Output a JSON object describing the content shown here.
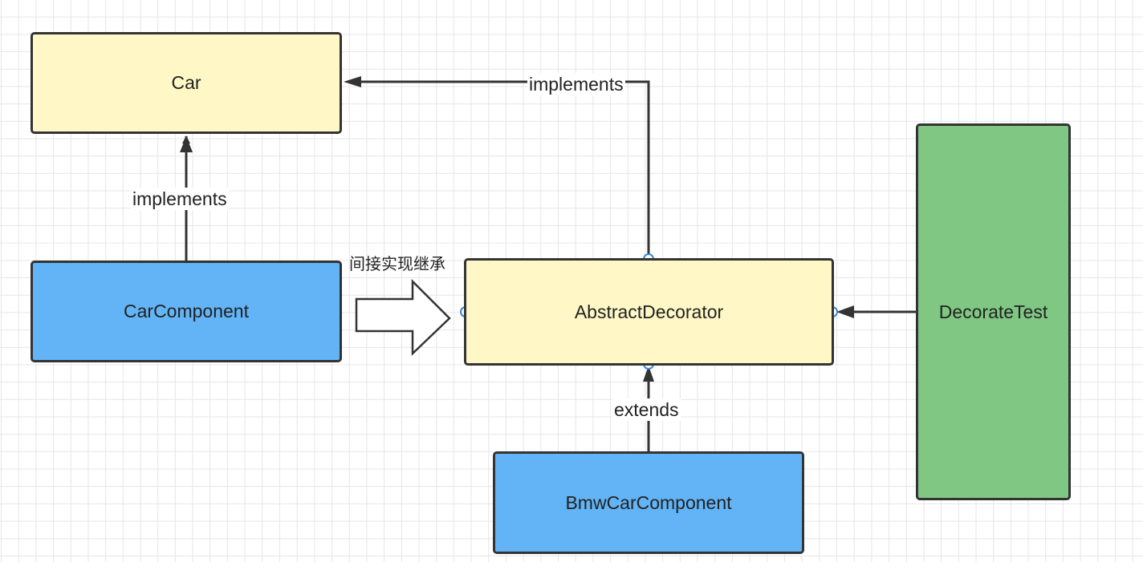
{
  "nodes": {
    "car": "Car",
    "car_component": "CarComponent",
    "abstract_decorator": "AbstractDecorator",
    "bmw_car_component": "BmwCarComponent",
    "decorate_test": "DecorateTest"
  },
  "edges": {
    "car_component_to_car": "implements",
    "decorator_to_car": "implements",
    "bmw_to_decorator": "extends",
    "indirect": "间接实现继承"
  },
  "colors": {
    "yellow": "#fff8c6",
    "blue": "#62b4f6",
    "green": "#80c783",
    "stroke": "#333333",
    "connector": "#3a86d0"
  }
}
